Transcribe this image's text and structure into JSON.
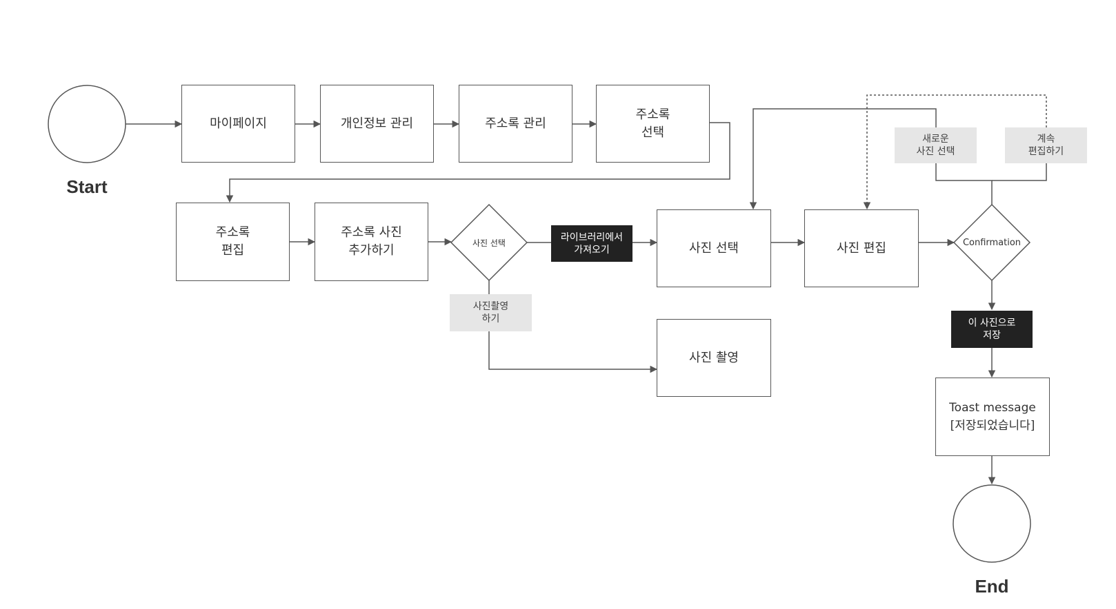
{
  "terminals": {
    "start": "Start",
    "end": "End"
  },
  "nodes": {
    "mypage": "마이페이지",
    "privacy_manage": "개인정보 관리",
    "address_manage": "주소록 관리",
    "address_select": "주소록\n선택",
    "address_edit": "주소록\n편집",
    "add_photo": "주소록 사진\n추가하기",
    "photo_select": "사진 선택",
    "photo_edit": "사진 편집",
    "photo_shoot": "사진 촬영",
    "toast": "Toast message\n[저장되었습니다]"
  },
  "decisions": {
    "photo_choice": "사진 선택",
    "confirmation": "Confirmation"
  },
  "tags": {
    "from_library": "라이브러리에서\n가져오기",
    "take_photo": "사진촬영\n하기",
    "new_photo": "새로운\n사진 선택",
    "keep_editing": "계속\n편집하기",
    "save_photo": "이 사진으로\n저장"
  },
  "colors": {
    "line": "#555555",
    "tag_light": "#e6e6e6",
    "tag_dark": "#222222"
  }
}
